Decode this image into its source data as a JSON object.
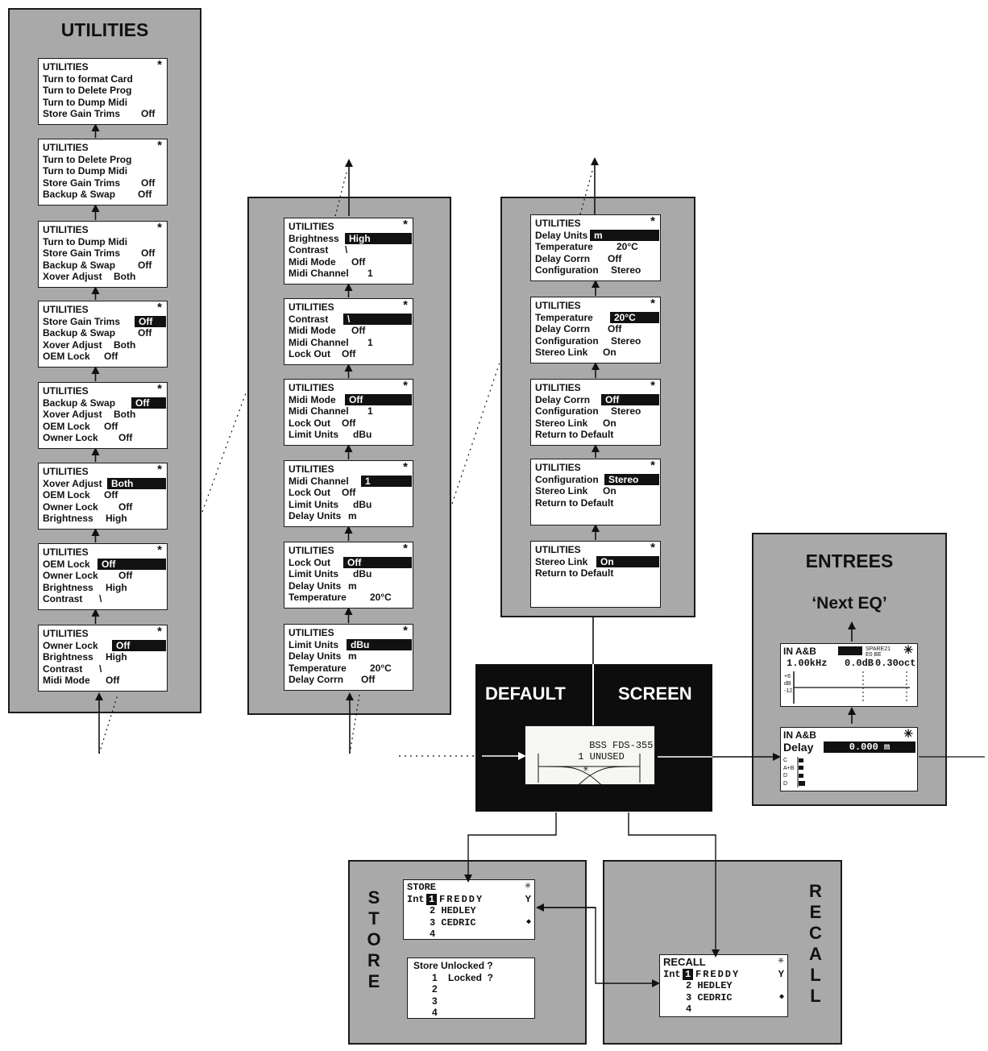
{
  "utilities_panel": {
    "title": "UTILITIES",
    "screens": [
      {
        "header": "UTILITIES",
        "star": "*",
        "rows": [
          [
            "Turn to format Card",
            ""
          ],
          [
            "Turn to Delete Prog",
            ""
          ],
          [
            "Turn to Dump Midi",
            ""
          ],
          [
            "Store Gain Trims",
            "Off"
          ]
        ]
      },
      {
        "header": "UTILITIES",
        "star": "*",
        "rows": [
          [
            "Turn to Delete Prog",
            ""
          ],
          [
            "Turn to Dump Midi",
            ""
          ],
          [
            "Store Gain Trims",
            "Off"
          ],
          [
            "Backup & Swap",
            "Off"
          ]
        ]
      },
      {
        "header": "UTILITIES",
        "star": "*",
        "rows": [
          [
            "Turn to Dump Midi",
            ""
          ],
          [
            "Store Gain Trims",
            "Off"
          ],
          [
            "Backup & Swap",
            "Off"
          ],
          [
            "Xover Adjust",
            "Both"
          ]
        ]
      },
      {
        "header": "UTILITIES",
        "star": "*",
        "rows": [
          [
            "Store Gain Trims",
            "Off"
          ],
          [
            "Backup & Swap",
            "Off"
          ],
          [
            "Xover Adjust",
            "Both"
          ],
          [
            "OEM Lock",
            "Off"
          ]
        ]
      },
      {
        "header": "UTILITIES",
        "star": "*",
        "rows": [
          [
            "Backup & Swap",
            "Off"
          ],
          [
            "Xover Adjust",
            "Both"
          ],
          [
            "OEM Lock",
            "Off"
          ],
          [
            "Owner Lock",
            "Off"
          ]
        ]
      },
      {
        "header": "UTILITIES",
        "star": "*",
        "rows": [
          [
            "Xover Adjust",
            "Both"
          ],
          [
            "OEM Lock",
            "Off"
          ],
          [
            "Owner Lock",
            "Off"
          ],
          [
            "Brightness",
            "High"
          ]
        ]
      },
      {
        "header": "UTILITIES",
        "star": "*",
        "rows": [
          [
            "OEM Lock",
            "Off"
          ],
          [
            "Owner Lock",
            "Off"
          ],
          [
            "Brightness",
            "High"
          ],
          [
            "Contrast",
            "\\"
          ]
        ]
      },
      {
        "header": "UTILITIES",
        "star": "*",
        "rows": [
          [
            "Owner Lock",
            "Off"
          ],
          [
            "Brightness",
            "High"
          ],
          [
            "Contrast",
            "\\"
          ],
          [
            "Midi Mode",
            "Off"
          ]
        ]
      }
    ]
  },
  "middle_panel": {
    "screens": [
      {
        "header": "UTILITIES",
        "star": "*",
        "rows": [
          [
            "Brightness",
            "High"
          ],
          [
            "Contrast",
            "\\"
          ],
          [
            "Midi Mode",
            "Off"
          ],
          [
            "Midi Channel",
            "1"
          ]
        ]
      },
      {
        "header": "UTILITIES",
        "star": "*",
        "rows": [
          [
            "Contrast",
            "\\"
          ],
          [
            "Midi Mode",
            "Off"
          ],
          [
            "Midi Channel",
            "1"
          ],
          [
            "Lock Out",
            "Off"
          ]
        ]
      },
      {
        "header": "UTILITIES",
        "star": "*",
        "rows": [
          [
            "Midi Mode",
            "Off"
          ],
          [
            "Midi Channel",
            "1"
          ],
          [
            "Lock Out",
            "Off"
          ],
          [
            "Limit Units",
            "dBu"
          ]
        ]
      },
      {
        "header": "UTILITIES",
        "star": "*",
        "rows": [
          [
            "Midi Channel",
            "1"
          ],
          [
            "Lock Out",
            "Off"
          ],
          [
            "Limit Units",
            "dBu"
          ],
          [
            "Delay Units",
            "m"
          ]
        ]
      },
      {
        "header": "UTILITIES",
        "star": "*",
        "rows": [
          [
            "Lock Out",
            "Off"
          ],
          [
            "Limit Units",
            "dBu"
          ],
          [
            "Delay Units",
            "m"
          ],
          [
            "Temperature",
            "20°C"
          ]
        ]
      },
      {
        "header": "UTILITIES",
        "star": "*",
        "rows": [
          [
            "Limit Units",
            "dBu"
          ],
          [
            "Delay Units",
            "m"
          ],
          [
            "Temperature",
            "20°C"
          ],
          [
            "Delay Corrn",
            "Off"
          ]
        ]
      }
    ]
  },
  "right_panel": {
    "screens": [
      {
        "header": "UTILITIES",
        "star": "*",
        "rows": [
          [
            "Delay Units",
            "m"
          ],
          [
            "Temperature",
            "20°C"
          ],
          [
            "Delay Corrn",
            "Off"
          ],
          [
            "Configuration",
            "Stereo"
          ]
        ]
      },
      {
        "header": "UTILITIES",
        "star": "*",
        "rows": [
          [
            "Temperature",
            "20°C"
          ],
          [
            "Delay Corrn",
            "Off"
          ],
          [
            "Configuration",
            "Stereo"
          ],
          [
            "Stereo Link",
            "On"
          ]
        ]
      },
      {
        "header": "UTILITIES",
        "star": "*",
        "rows": [
          [
            "Delay Corrn",
            "Off"
          ],
          [
            "Configuration",
            "Stereo"
          ],
          [
            "Stereo Link",
            "On"
          ],
          [
            "Return to Default",
            ""
          ]
        ]
      },
      {
        "header": "UTILITIES",
        "star": "*",
        "rows": [
          [
            "Configuration",
            "Stereo"
          ],
          [
            "Stereo Link",
            "On"
          ],
          [
            "Return to Default",
            ""
          ]
        ]
      },
      {
        "header": "UTILITIES",
        "star": "*",
        "rows": [
          [
            "Stereo Link",
            "On"
          ],
          [
            "Return to Default",
            ""
          ]
        ]
      }
    ]
  },
  "default_screen": {
    "title_left": "DEFAULT",
    "title_right": "SCREEN",
    "lcd_line1": "BSS FDS-355",
    "lcd_line2": "1 UNUSED",
    "lcd_star": "✳"
  },
  "entrees": {
    "title": "ENTREES",
    "subtitle": "‘Next EQ’",
    "eq_screen": {
      "input": "IN A&B",
      "tag1": "SPARE21",
      "tag2": "E0 BE",
      "star": "✳",
      "freq": "1.00kHz",
      "gain": "0.0dB",
      "width": "0.30oct",
      "scale": [
        "+6",
        "dB",
        "-12"
      ]
    },
    "delay_screen": {
      "input": "IN A&B",
      "star": "✳",
      "label": "Delay",
      "value": "0.000 m",
      "meters": [
        "C",
        "A+B",
        "D",
        "D"
      ]
    }
  },
  "store": {
    "vertical_label": [
      "S",
      "T",
      "O",
      "R",
      "E"
    ],
    "screen": {
      "header": "STORE",
      "star": "✳",
      "int": "Int",
      "sel": "1",
      "items": [
        "FREDDY",
        "2 HEDLEY",
        "3 CEDRIC",
        "4"
      ],
      "mark_y": "Y",
      "mark_dot": "◆"
    },
    "lock_screen": {
      "line1": "Store Unlocked ?",
      "line2_num": "1",
      "line2_text": "Locked  ?",
      "items": [
        "2",
        "3",
        "4"
      ]
    }
  },
  "recall": {
    "vertical_label": [
      "R",
      "E",
      "C",
      "A",
      "L",
      "L"
    ],
    "screen": {
      "header": "RECALL",
      "star": "✳",
      "int": "Int",
      "sel": "1",
      "items": [
        "FREDDY",
        "2 HEDLEY",
        "3 CEDRIC",
        "4"
      ],
      "mark_y": "Y",
      "mark_dot": "◆"
    }
  },
  "colors": {
    "panel": "#a9a9a9",
    "border": "#1a1a1a",
    "default_bg": "#0d0d0d"
  }
}
